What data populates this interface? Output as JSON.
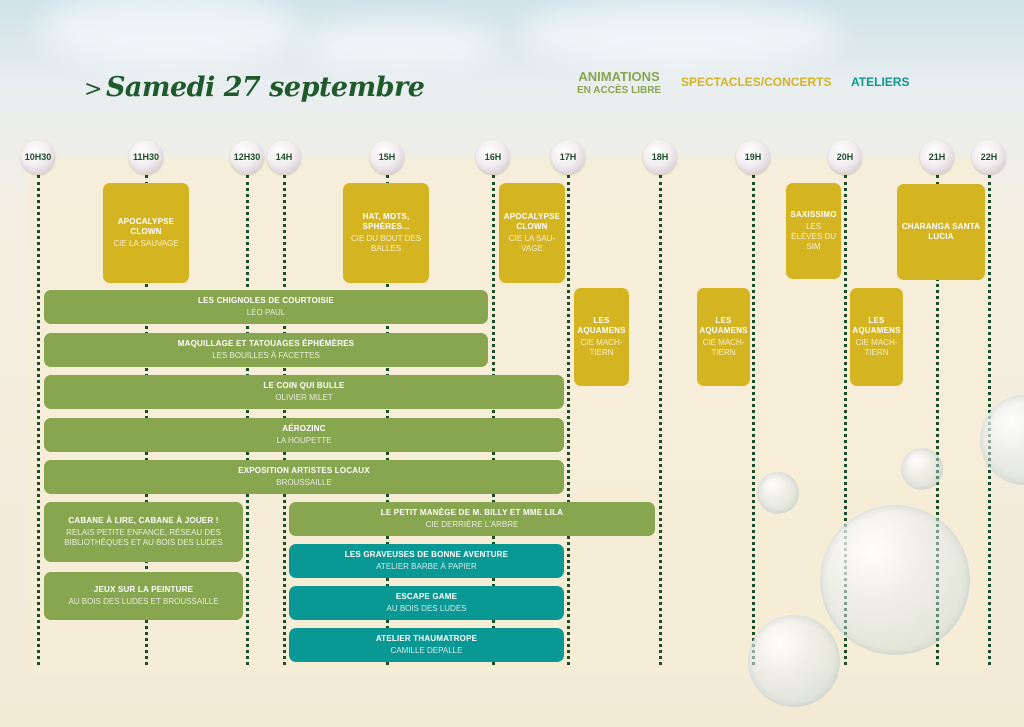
{
  "title": {
    "prefix": ">",
    "text": "Samedi 27 septembre"
  },
  "legend": {
    "animations": "ANIMATIONS",
    "animations_sub": "EN ACCÈS LIBRE",
    "spectacles": "SPECTACLES/CONCERTS",
    "ateliers": "ATELIERS"
  },
  "colors": {
    "spectacles": "#d4b420",
    "animations": "#88a64f",
    "ateliers": "#0a9894",
    "title": "#1f5a2c"
  },
  "hours": [
    "10H30",
    "11H30",
    "12H30",
    "14H",
    "15H",
    "16H",
    "17H",
    "18H",
    "19H",
    "20H",
    "21H",
    "22H"
  ],
  "spectacles": [
    {
      "name": "APOCALYPSE CLOWN",
      "by": "CIE LA SAUVAGE"
    },
    {
      "name": "HAT, MOTS, SPHÈRES...",
      "by": "CIE DU BOUT DES BALLES"
    },
    {
      "name": "APOCALYPSE CLOWN",
      "by": "CIE LA SAU-VAGE"
    },
    {
      "name": "SAXISSIMO",
      "by": "LES ÉLÈVES DU SIM"
    },
    {
      "name": "CHARANGA SANTA LUCIA"
    },
    {
      "name": "LES AQUAMENS",
      "by": "CIE MACH-TIERN"
    },
    {
      "name": "LES AQUAMENS",
      "by": "CIE MACH-TIERN"
    },
    {
      "name": "LES AQUAMENS",
      "by": "CIE MACH-TIERN"
    }
  ],
  "animations": [
    {
      "name": "LES CHIGNOLES DE COURTOISIE",
      "by": "LÉO PAUL"
    },
    {
      "name": "MAQUILLAGE ET TATOUAGES ÉPHÉMÈRES",
      "by": "LES BOUILLES À FACETTES"
    },
    {
      "name": "LE COIN QUI BULLE",
      "by": "OLIVIER MILET"
    },
    {
      "name": "AÉROZINC",
      "by": "LA HOUPETTE"
    },
    {
      "name": "EXPOSITION ARTISTES LOCAUX",
      "by": "BROUSSAILLE"
    },
    {
      "name": "CABANE À LIRE, CABANE À JOUER !",
      "by": "RELAIS PETITE ENFANCE, RÉSEAU DES BIBLIOTHÈQUES ET AU BOIS DES LUDES"
    },
    {
      "name": "JEUX SUR LA PEINTURE",
      "by": "AU BOIS DES LUDES ET BROUSSAILLE"
    },
    {
      "name": "LE PETIT MANÈGE DE M. BILLY ET MME LILA",
      "by": "CIE DERRIÈRE L'ARBRE"
    }
  ],
  "ateliers": [
    {
      "name": "LES GRAVEUSES DE BONNE AVENTURE",
      "by": "ATELIER BARBE À PAPIER"
    },
    {
      "name": "ESCAPE GAME",
      "by": "AU BOIS DES LUDES"
    },
    {
      "name": "ATELIER THAUMATROPE",
      "by": "CAMILLE DEPALLE"
    }
  ]
}
